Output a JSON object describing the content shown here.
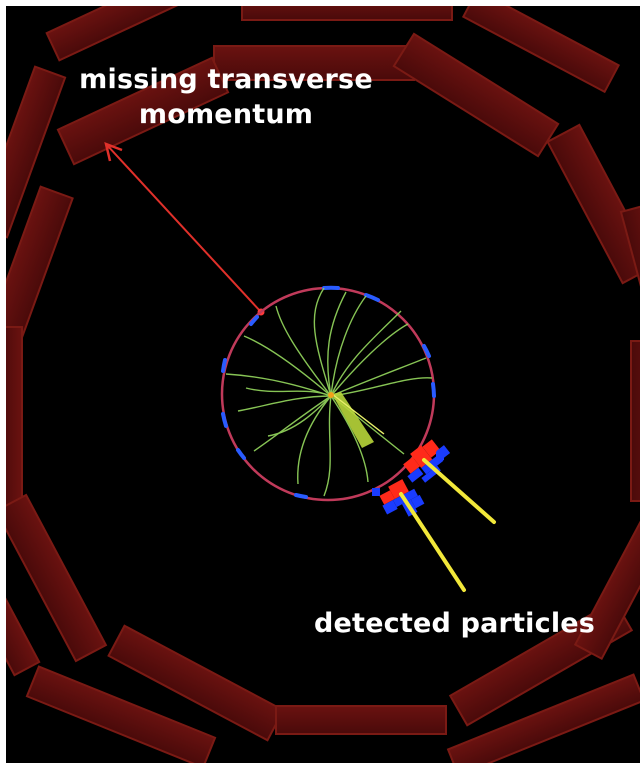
{
  "labels": {
    "met_line1": "missing transverse",
    "met_line2": "momentum",
    "particles": "detected particles"
  },
  "colors": {
    "background": "#000000",
    "frame": "#ffffff",
    "muon_chambers": "#5a0c0c",
    "muon_chamber_edge": "#7a1a14",
    "met_arrow": "#e0302a",
    "tracks": "#8fcf5a",
    "tracker_boundary": "#c03a5a",
    "tracker_hits": "#2a5cff",
    "calo_red": "#ff2a1a",
    "calo_blue": "#1a3cff",
    "jets": "#f2e83a"
  },
  "icons": {
    "met_arrowhead": "arrowhead-icon"
  }
}
